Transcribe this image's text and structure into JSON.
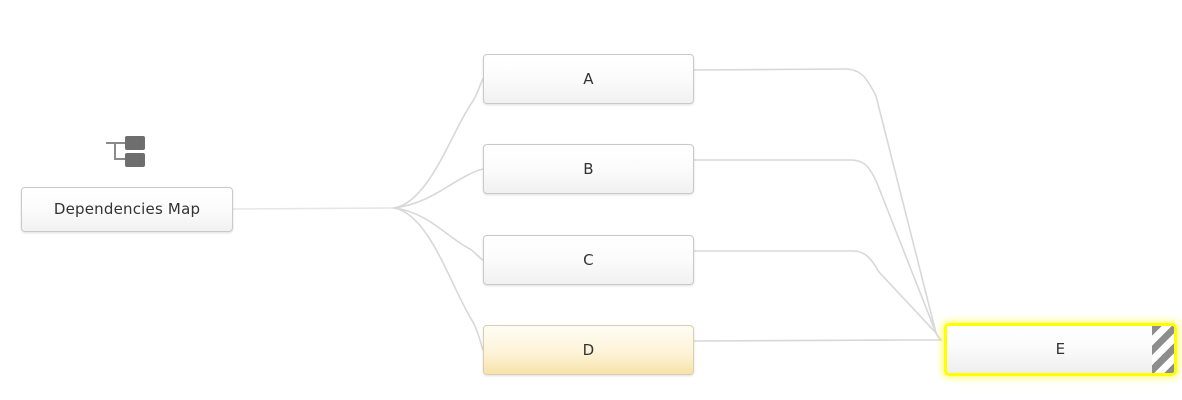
{
  "diagram": {
    "title": "Dependencies Map",
    "icon": "hierarchy-icon",
    "background_color": "#ffffff",
    "edge_color": "#d6d6d6",
    "nodes": [
      {
        "id": "root",
        "label": "Dependencies Map",
        "state": "normal",
        "fill": "#f4f4f4",
        "border": "#c9c9c9"
      },
      {
        "id": "a",
        "label": "A",
        "state": "normal",
        "fill": "#f4f4f4",
        "border": "#c9c9c9"
      },
      {
        "id": "b",
        "label": "B",
        "state": "normal",
        "fill": "#f4f4f4",
        "border": "#c9c9c9"
      },
      {
        "id": "c",
        "label": "C",
        "state": "normal",
        "fill": "#f4f4f4",
        "border": "#c9c9c9"
      },
      {
        "id": "d",
        "label": "D",
        "state": "highlighted",
        "fill": "#f7e3a9",
        "border": "#d9cfb0"
      },
      {
        "id": "e",
        "label": "E",
        "state": "selected",
        "fill": "#eeeeee",
        "border": "#ffff00",
        "decoration": "diagonal-stripes"
      }
    ],
    "edges": [
      {
        "from": "root",
        "to": "a"
      },
      {
        "from": "root",
        "to": "b"
      },
      {
        "from": "root",
        "to": "c"
      },
      {
        "from": "root",
        "to": "d"
      },
      {
        "from": "a",
        "to": "e"
      },
      {
        "from": "b",
        "to": "e"
      },
      {
        "from": "c",
        "to": "e"
      },
      {
        "from": "d",
        "to": "e"
      }
    ]
  }
}
